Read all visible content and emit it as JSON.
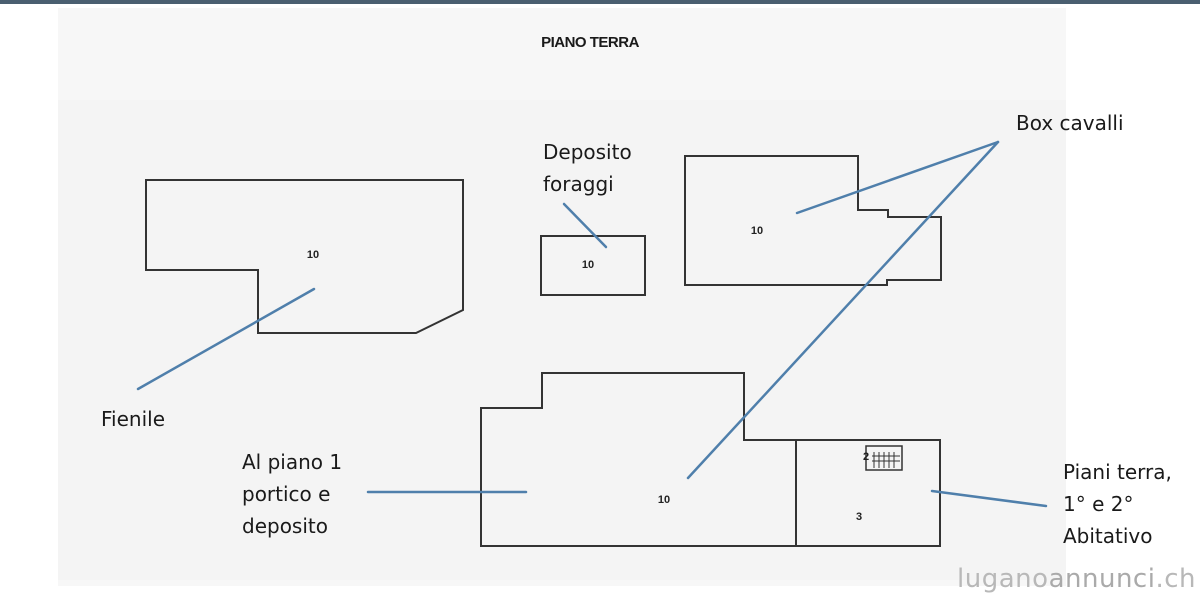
{
  "title": "PIANO TERRA",
  "rooms": [
    {
      "id": "fienile",
      "number": "10"
    },
    {
      "id": "deposito-foraggi",
      "number": "10"
    },
    {
      "id": "box-cavalli",
      "number": "10"
    },
    {
      "id": "portico",
      "number": "10"
    },
    {
      "id": "abitativo",
      "number": "3"
    },
    {
      "id": "stair",
      "number": "2"
    }
  ],
  "annotations": {
    "fienile": [
      "Fienile"
    ],
    "deposito": [
      "Deposito",
      "foraggi"
    ],
    "box_cavalli": [
      "Box cavalli"
    ],
    "portico": [
      "Al piano 1",
      "portico e",
      "deposito"
    ],
    "abitativo": [
      "Piani terra,",
      "1° e 2°",
      "Abitativo"
    ]
  },
  "colors": {
    "leader_line": "#4f7fab",
    "wall": "#333333",
    "header_bar": "#4a5f70"
  },
  "watermark": {
    "prefix": "lugano",
    "middle": "annunci",
    "suffix": ".ch"
  }
}
